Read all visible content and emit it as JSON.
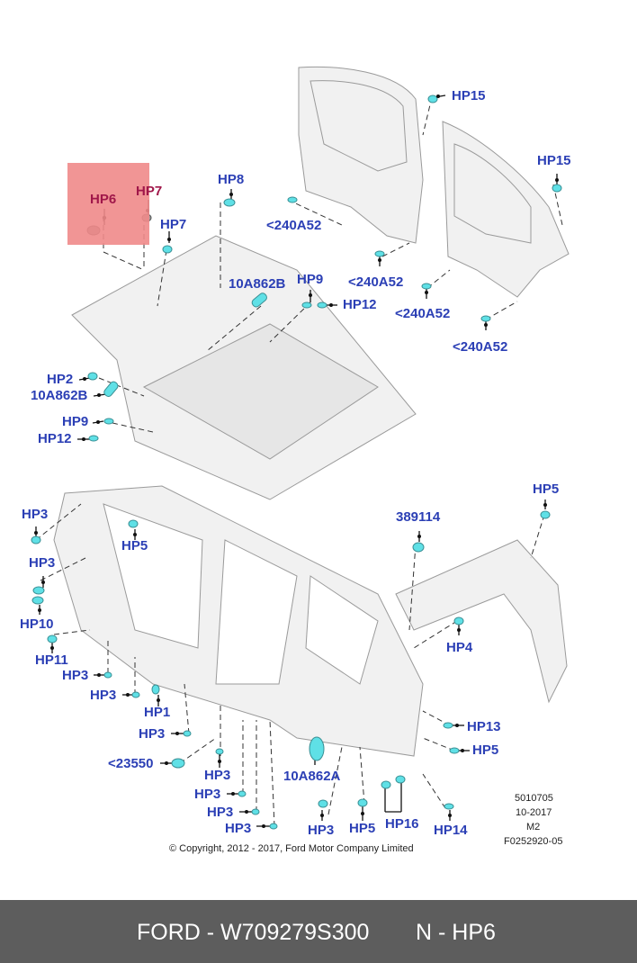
{
  "labels": {
    "hp6_hl": "HP6",
    "hp7_a": "HP7",
    "hp7_b": "HP7",
    "hp8": "HP8",
    "hp15_a": "HP15",
    "hp15_b": "HP15",
    "a52_1": "<240A52",
    "a52_2": "<240A52",
    "a52_3": "<240A52",
    "a52_4": "<240A52",
    "b862_1": "10A862B",
    "hp9_a": "HP9",
    "hp12_a": "HP12",
    "hp2": "HP2",
    "b862_2": "10A862B",
    "hp9_b": "HP9",
    "hp12_b": "HP12",
    "hp5_a": "HP5",
    "hp3_a": "HP3",
    "hp5_b": "HP5",
    "p389114": "389114",
    "hp3_b": "HP3",
    "hp10": "HP10",
    "hp4": "HP4",
    "hp11": "HP11",
    "hp3_c": "HP3",
    "hp3_d": "HP3",
    "hp1": "HP1",
    "hp13": "HP13",
    "hp3_e": "HP3",
    "hp5_c": "HP5",
    "p23550": "<23550",
    "a862": "10A862A",
    "hp3_f": "HP3",
    "hp3_g": "HP3",
    "hp3_h": "HP3",
    "hp3_i": "HP3",
    "hp3_j": "HP3",
    "hp5_d": "HP5",
    "hp16": "HP16",
    "hp14": "HP14"
  },
  "ref": {
    "line1": "5010705",
    "line2": "10-2017",
    "line3": "M2",
    "line4": "F0252920-05"
  },
  "copyright": "© Copyright, 2012 - 2017, Ford Motor Company Limited",
  "footer": {
    "part": "FORD - W709279S300",
    "ref": "N - HP6"
  },
  "colors": {
    "label": "#2b3fb5",
    "highlight": "#f08a8a",
    "part_fill": "#5fe0e6",
    "footer_bg": "#5d5d5d"
  }
}
